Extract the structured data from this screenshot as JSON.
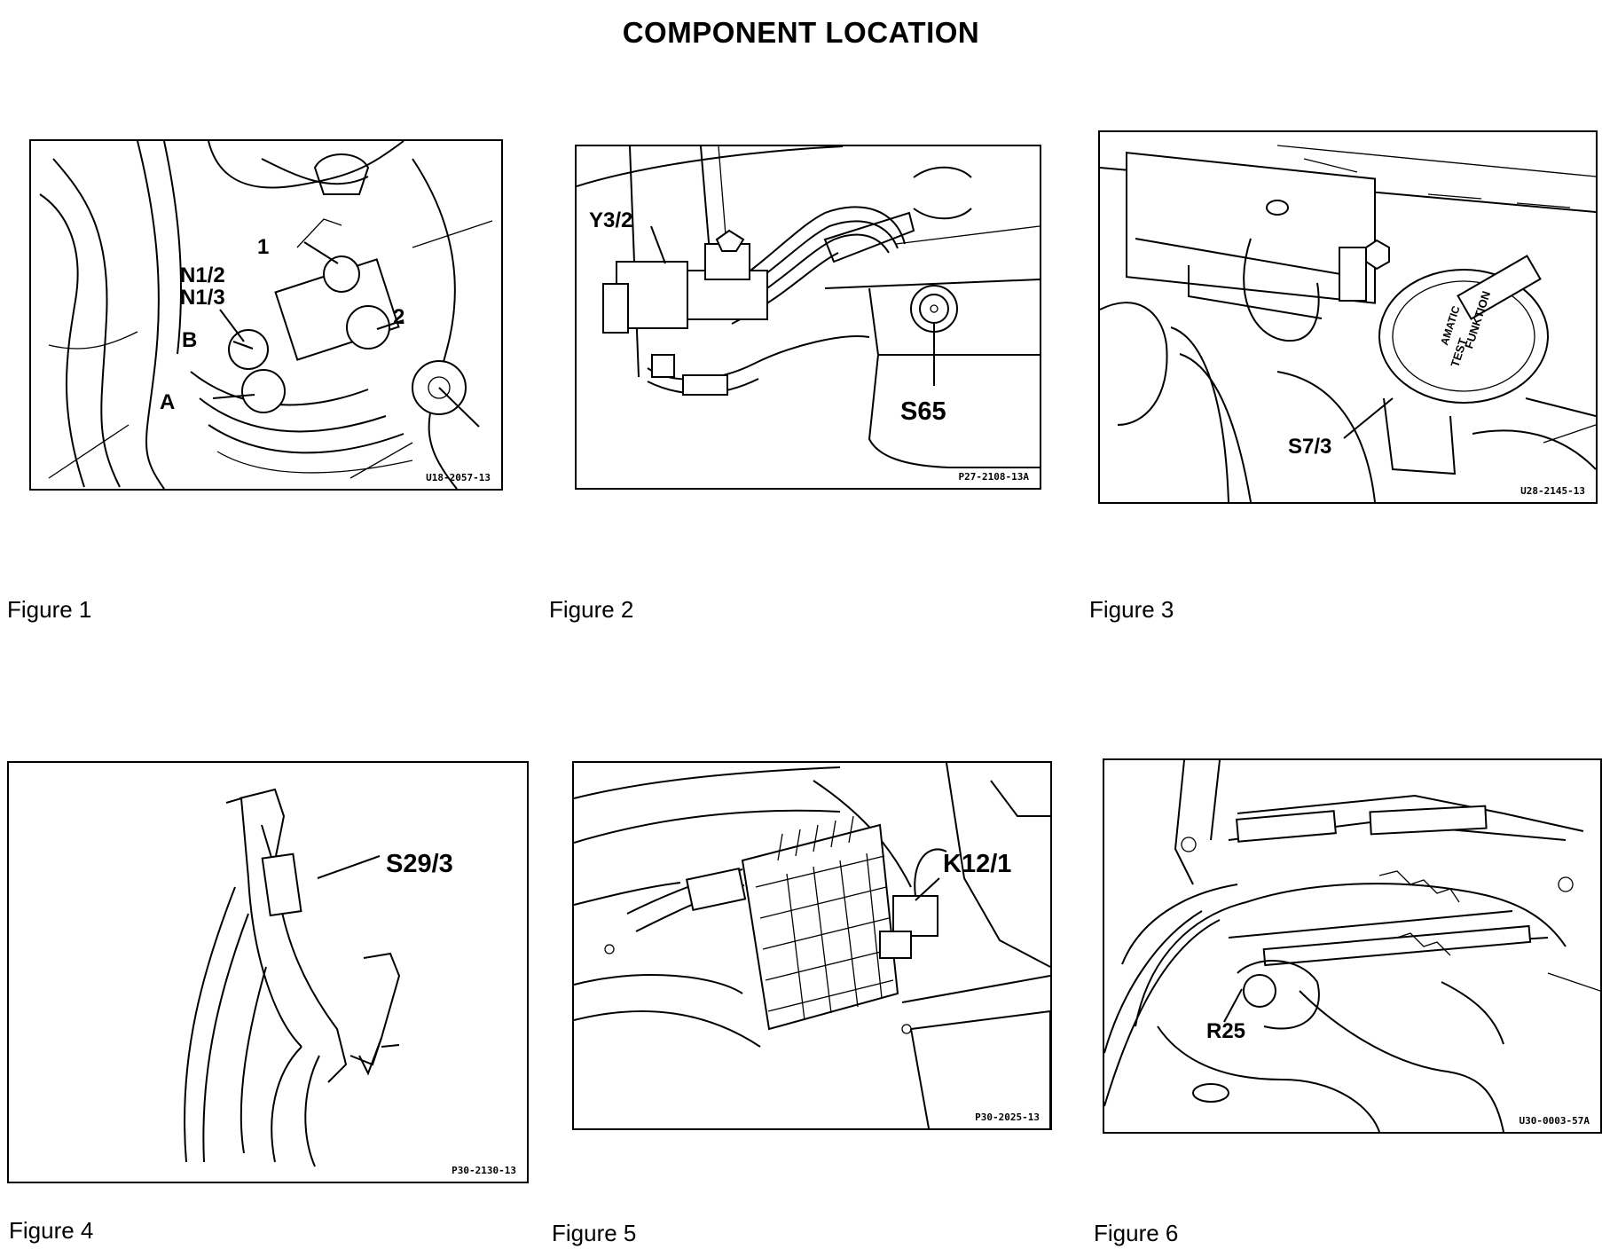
{
  "page": {
    "title": "COMPONENT LOCATION"
  },
  "figures": [
    {
      "caption": "Figure 1",
      "ref": "U18-2057-13",
      "callouts": [
        "N1/2",
        "N1/3",
        "1",
        "2",
        "B",
        "A"
      ]
    },
    {
      "caption": "Figure 2",
      "ref": "P27-2108-13A",
      "callouts": [
        "Y3/2",
        "S65"
      ]
    },
    {
      "caption": "Figure 3",
      "ref": "U28-2145-13",
      "callouts": [
        "S7/3"
      ],
      "switch_text": [
        "TEST",
        "FUNKTION",
        "AMATIC"
      ]
    },
    {
      "caption": "Figure 4",
      "ref": "P30-2130-13",
      "callouts": [
        "S29/3"
      ]
    },
    {
      "caption": "Figure 5",
      "ref": "P30-2025-13",
      "callouts": [
        "K12/1"
      ]
    },
    {
      "caption": "Figure 6",
      "ref": "U30-0003-57A",
      "callouts": [
        "R25"
      ]
    }
  ]
}
